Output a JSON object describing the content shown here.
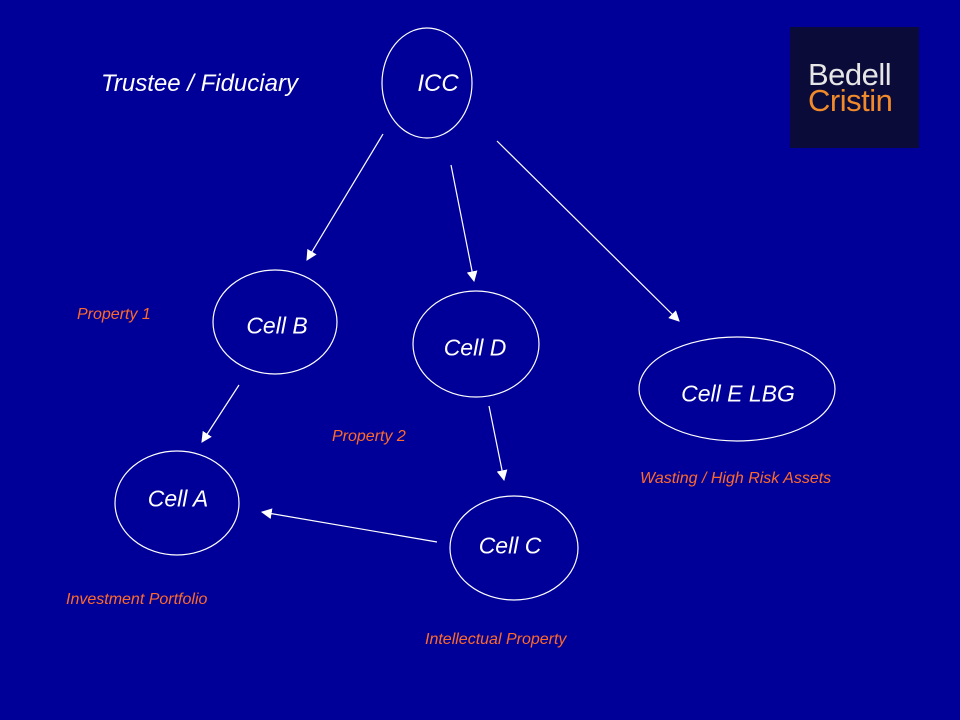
{
  "title": "Trustee / Fiduciary",
  "colors": {
    "background": "#000099",
    "node_text": "#ffffff",
    "note_text": "#ff6a2a",
    "logo_bg": "#0b0b3a",
    "logo_line1": "#e6e6e6",
    "logo_line2": "#f08a2a"
  },
  "logo": {
    "line1": "Bedell",
    "line2": "Cristin"
  },
  "nodes": {
    "icc": "ICC",
    "cell_b": "Cell B",
    "cell_d": "Cell D",
    "cell_e": "Cell E LBG",
    "cell_a": "Cell A",
    "cell_c": "Cell C"
  },
  "notes": {
    "property1": "Property 1",
    "property2": "Property 2",
    "wasting": "Wasting / High Risk Assets",
    "investment": "Investment Portfolio",
    "intellectual": "Intellectual Property"
  },
  "edges": [
    {
      "from": "ICC",
      "to": "Cell B"
    },
    {
      "from": "ICC",
      "to": "Cell D"
    },
    {
      "from": "ICC",
      "to": "Cell E LBG"
    },
    {
      "from": "Cell B",
      "to": "Cell A"
    },
    {
      "from": "Cell D",
      "to": "Cell C"
    },
    {
      "from": "Cell C",
      "to": "Cell A"
    }
  ]
}
